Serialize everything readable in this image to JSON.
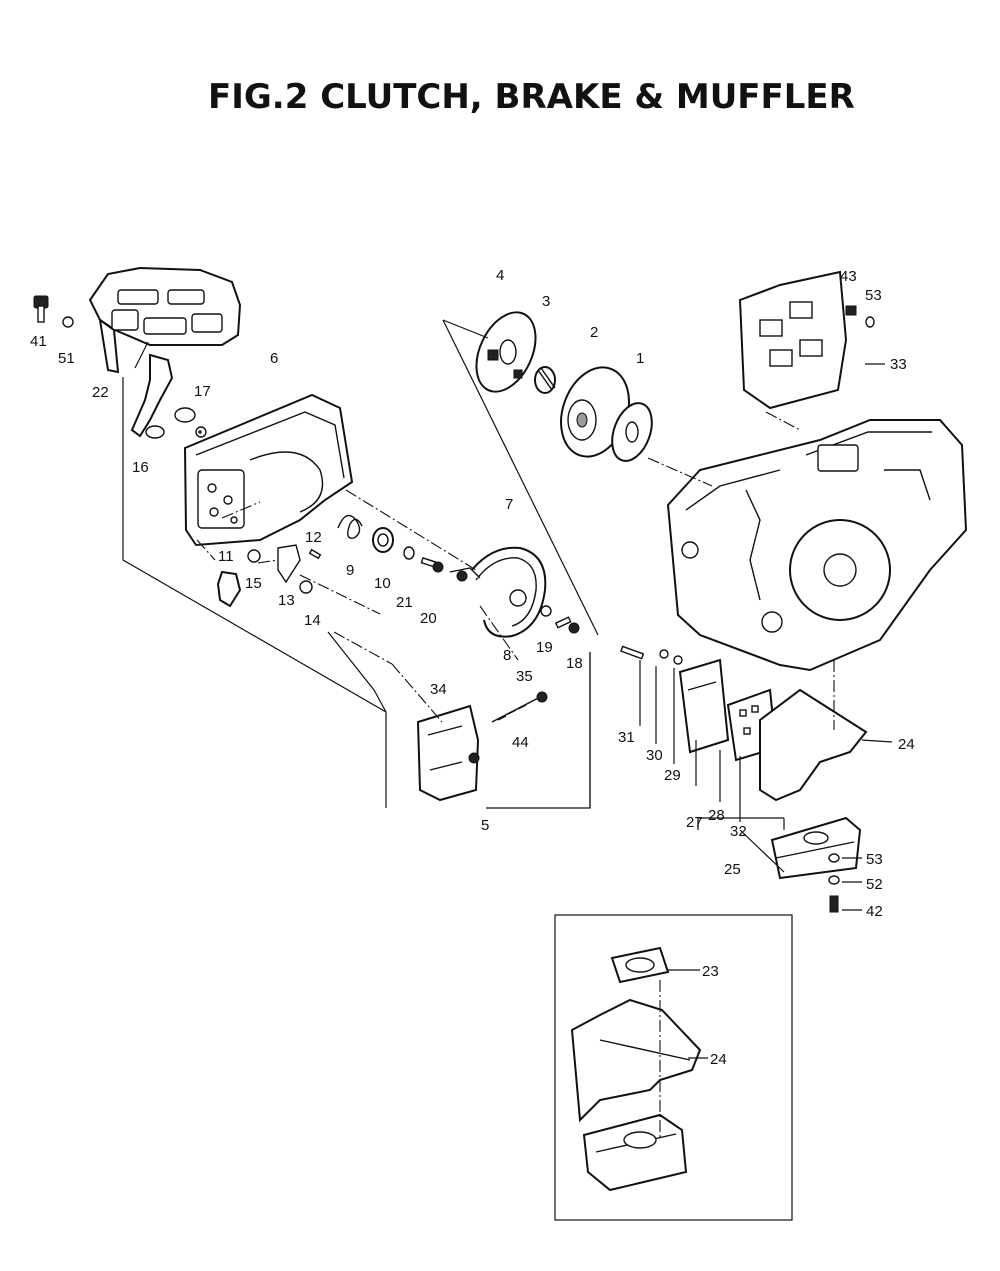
{
  "title": "FIG.2   CLUTCH, BRAKE & MUFFLER",
  "part_labels": [
    "1",
    "2",
    "3",
    "4",
    "5",
    "6",
    "7",
    "8",
    "9",
    "10",
    "11",
    "12",
    "13",
    "14",
    "15",
    "16",
    "17",
    "18",
    "19",
    "20",
    "21",
    "22",
    "23",
    "24",
    "25",
    "27",
    "28",
    "29",
    "30",
    "31",
    "32",
    "33",
    "34",
    "35",
    "41",
    "42",
    "43",
    "44",
    "51",
    "52",
    "53"
  ],
  "inset_labels": [
    "23",
    "24"
  ],
  "callouts": {
    "p1": "1",
    "p2": "2",
    "p3": "3",
    "p4": "4",
    "p5": "5",
    "p6": "6",
    "p7": "7",
    "p8": "8",
    "p9": "9",
    "p10": "10",
    "p11": "11",
    "p12": "12",
    "p13": "13",
    "p14": "14",
    "p15": "15",
    "p16": "16",
    "p17": "17",
    "p18": "18",
    "p19": "19",
    "p20": "20",
    "p21": "21",
    "p22": "22",
    "p24": "24",
    "p25": "25",
    "p27": "27",
    "p28": "28",
    "p29": "29",
    "p30": "30",
    "p31": "31",
    "p32": "32",
    "p33": "33",
    "p34": "34",
    "p35": "35",
    "p41": "41",
    "p42": "42",
    "p43": "43",
    "p44": "44",
    "p51": "51",
    "p52": "52",
    "p53a": "53",
    "p53b": "53"
  },
  "inset": {
    "p23": "23",
    "p24": "24"
  }
}
